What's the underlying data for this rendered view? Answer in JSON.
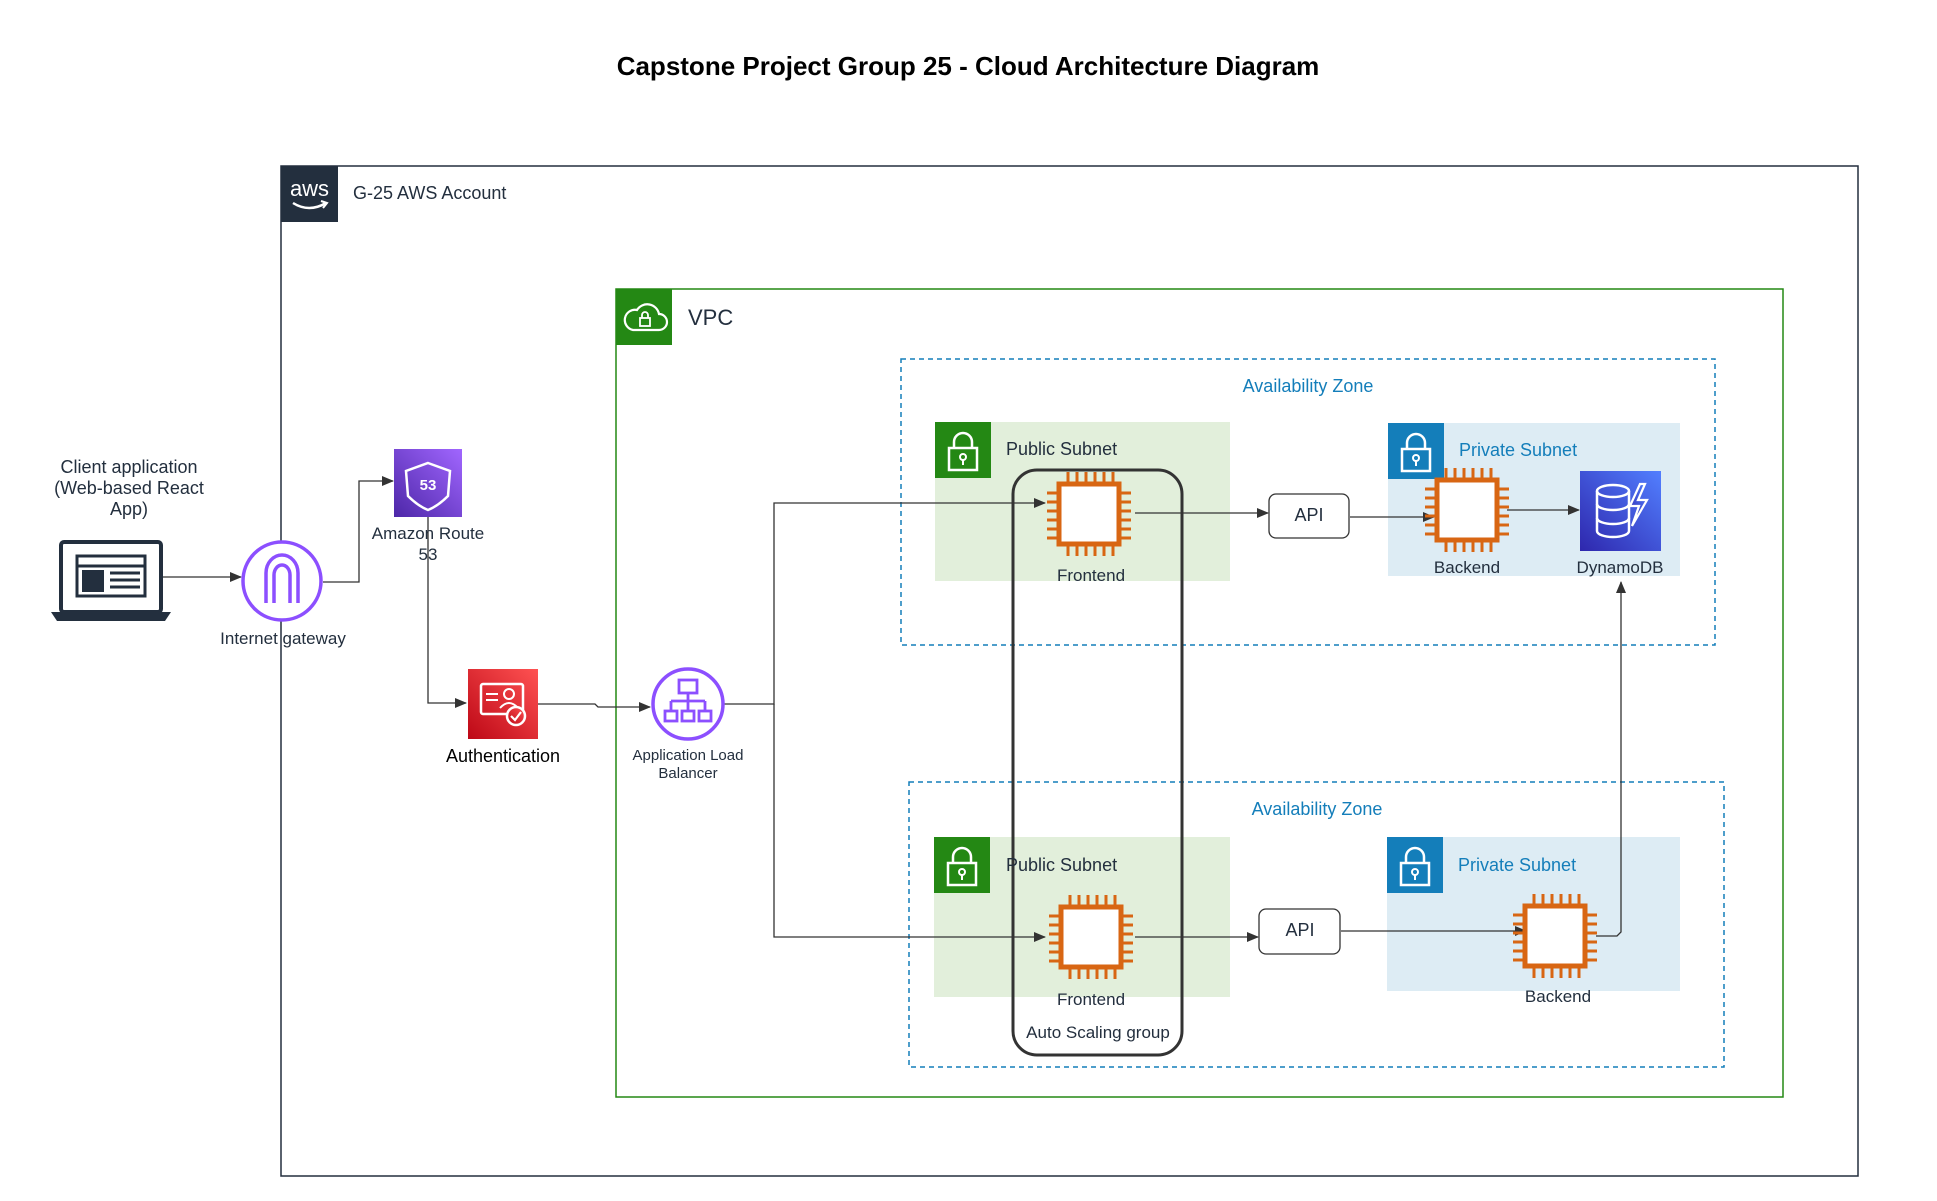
{
  "title": "Capstone Project Group 25 - Cloud Architecture Diagram",
  "aws_account": {
    "label": "G-25 AWS Account",
    "badge": "aws"
  },
  "vpc": {
    "label": "VPC"
  },
  "client": {
    "line1": "Client application",
    "line2": "(Web-based React",
    "line3": "App)"
  },
  "internet_gateway": {
    "label": "Internet gateway"
  },
  "route53": {
    "line1": "Amazon Route",
    "line2": "53",
    "badge": "53"
  },
  "authentication": {
    "label": "Authentication"
  },
  "load_balancer": {
    "line1": "Application Load",
    "line2": "Balancer"
  },
  "zones": [
    {
      "label": "Availability Zone",
      "public_subnet": "Public Subnet",
      "private_subnet": "Private Subnet",
      "frontend": "Frontend",
      "api": "API",
      "backend": "Backend",
      "database": "DynamoDB"
    },
    {
      "label": "Availability Zone",
      "public_subnet": "Public Subnet",
      "private_subnet": "Private Subnet",
      "frontend": "Frontend",
      "api": "API",
      "backend": "Backend"
    }
  ],
  "auto_scaling_group": {
    "label": "Auto Scaling group"
  },
  "colors": {
    "aws_dark": "#232f3e",
    "vpc_green": "#248814",
    "subnet_public_bg": "#e2efdb",
    "subnet_private_bg": "#ddecf4",
    "az_blue": "#147eba",
    "ec2_orange": "#d86613",
    "route53_purple": "#8c4fff",
    "auth_red": "#dd344c",
    "dynamodb_blue": "#3b48cc",
    "connector": "#333333"
  }
}
